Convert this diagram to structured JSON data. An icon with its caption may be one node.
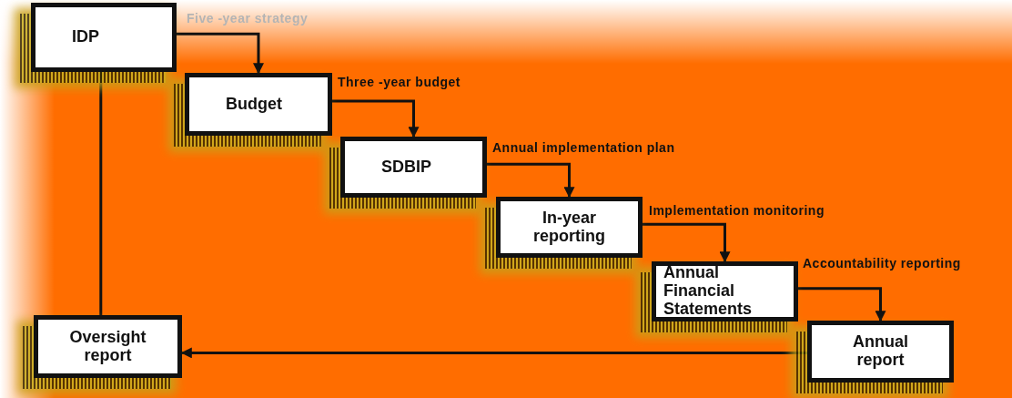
{
  "diagram": {
    "nodes": [
      {
        "text": [
          "IDP"
        ],
        "beside": [
          "Five -year strategy"
        ]
      },
      {
        "text": [
          "Budget"
        ],
        "beside": [
          "Three -year budget"
        ]
      },
      {
        "text": [
          "SDBIP"
        ],
        "beside": [
          "Annual implementation plan"
        ]
      },
      {
        "text": [
          "In-year reporting"
        ],
        "beside": [
          "Implementation monitoring"
        ]
      },
      {
        "text": [
          "Annual Financial Statements"
        ],
        "beside": [
          "Accountability reporting"
        ]
      },
      {
        "text": [
          "Annual report"
        ]
      },
      {
        "text": [
          "Oversight report"
        ]
      }
    ],
    "edges": [
      {
        "from": 0,
        "to": 1,
        "arrow": "to"
      },
      {
        "from": 1,
        "to": 2,
        "arrow": "to"
      },
      {
        "from": 2,
        "to": 3,
        "arrow": "to"
      },
      {
        "from": 3,
        "to": 4,
        "arrow": "to"
      },
      {
        "from": 4,
        "to": 5,
        "arrow": "to"
      },
      {
        "from": 5,
        "to": 6,
        "arrow": "to"
      },
      {
        "from": 0,
        "to": 6,
        "arrow": "none"
      }
    ]
  }
}
